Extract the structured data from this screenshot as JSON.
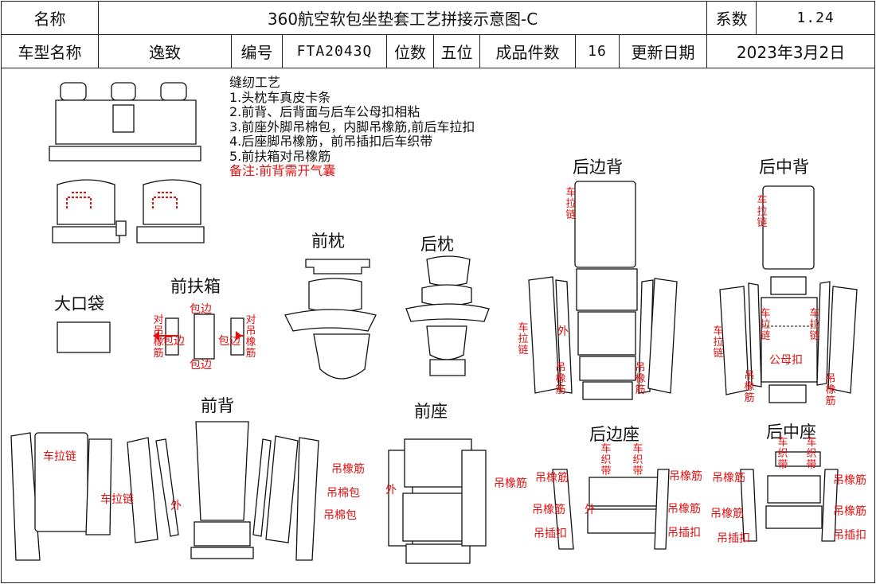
{
  "header": {
    "name_label": "名称",
    "title": "360航空软包坐垫套工艺拼接示意图-C",
    "coef_label": "系数",
    "coef_value": "1.24",
    "model_label": "车型名称",
    "model_value": "逸致",
    "code_label": "编号",
    "code_value": "FTA2043Q",
    "seats_label": "位数",
    "seats_value": "五位",
    "pieces_label": "成品件数",
    "pieces_value": "16",
    "date_label": "更新日期",
    "date_value": "2023年3月2日"
  },
  "notes": {
    "title": "缝纫工艺",
    "items": [
      "1.头枕车真皮卡条",
      "2.前背、后背面与后车公母扣相粘",
      "3.前座外脚吊棉包，内脚吊橡筋,前后车拉扣",
      "4.后座脚吊橡筋，前吊插扣后车织带",
      "5.前扶箱对吊橡筋"
    ],
    "remark": "备注:前背需开气囊"
  },
  "sections": {
    "big_bag": "大口袋",
    "front_armrest": "前扶箱",
    "front_headrest": "前枕",
    "rear_headrest": "后枕",
    "rear_side_back": "后边背",
    "rear_mid_back": "后中背",
    "front_back": "前背",
    "front_seat": "前座",
    "rear_side_seat": "后边座",
    "rear_mid_seat": "后中座"
  },
  "callouts": {
    "zipper": "车拉链",
    "zipper_v": "车拉链",
    "outer": "外",
    "elastic": "吊橡筋",
    "cotton_pack": "吊棉包",
    "hang_buckle": "吊插扣",
    "sew_strap": "车织带",
    "male_female": "公母扣",
    "hem": "包边",
    "pair_elastic": "对吊橡筋"
  },
  "colors": {
    "accent_red": "#e01010",
    "line": "#111111"
  }
}
